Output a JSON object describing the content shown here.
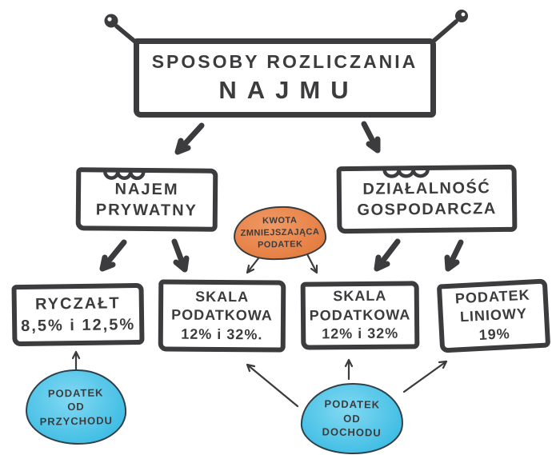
{
  "title": {
    "line1": "SPOSOBY ROZLICZANIA",
    "line2": "NAJMU"
  },
  "branches": {
    "najem": {
      "line1": "NAJEM",
      "line2": "PRYWATNY"
    },
    "dzialalnosc": {
      "line1": "DZIAŁALNOŚĆ",
      "line2": "GOSPODARCZA"
    }
  },
  "note": {
    "line1": "KWOTA",
    "line2": "ZMNIEJSZAJĄCA",
    "line3": "PODATEK"
  },
  "leaves": {
    "ryczalt": {
      "line1": "RYCZAŁT",
      "line2": "8,5% i 12,5%"
    },
    "skala1": {
      "line1": "SKALA",
      "line2": "PODATKOWA",
      "line3": "12% i 32%."
    },
    "skala2": {
      "line1": "SKALA",
      "line2": "PODATKOWA",
      "line3": "12% i 32%"
    },
    "liniowy": {
      "line1": "PODATEK",
      "line2": "LINIOWY",
      "line3": "19%"
    }
  },
  "bubbles": {
    "przychod": {
      "line1": "PODATEK",
      "line2": "OD",
      "line3": "PRZYCHODU"
    },
    "dochod": {
      "line1": "PODATEK",
      "line2": "OD",
      "line3": "DOCHODU"
    }
  },
  "colors": {
    "ink": "#3c3c3e",
    "orange": "#e8834e",
    "blue": "#4ec2e8",
    "paper": "#ffffff"
  }
}
